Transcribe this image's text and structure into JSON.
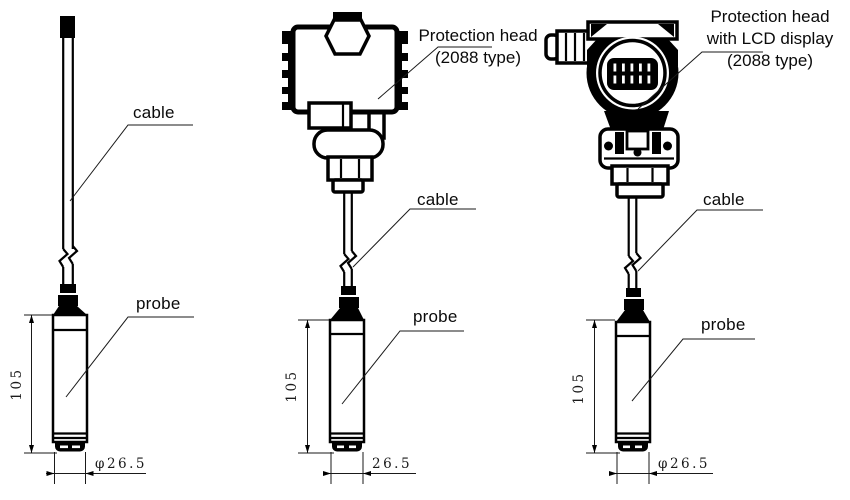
{
  "figures": {
    "f1": {
      "name": "cable type probe",
      "cable_label": "cable",
      "probe_label": "probe",
      "dim_length": "105",
      "dim_diameter": "φ26.5"
    },
    "f2": {
      "name": "probe with protection head",
      "head_label_line1": "Protection head",
      "head_label_line2": "(2088 type)",
      "cable_label": "cable",
      "probe_label": "probe",
      "dim_length": "105",
      "dim_diameter": "26.5"
    },
    "f3": {
      "name": "probe with protection head with LCD display",
      "head_label_line1": "Protection head",
      "head_label_line2": "with LCD display",
      "head_label_line3": "(2088 type)",
      "cable_label": "cable",
      "probe_label": "probe",
      "dim_length": "105",
      "dim_diameter": "φ26.5"
    }
  },
  "colors": {
    "line": "#000000",
    "background": "#ffffff",
    "text": "#0a0a0a"
  }
}
